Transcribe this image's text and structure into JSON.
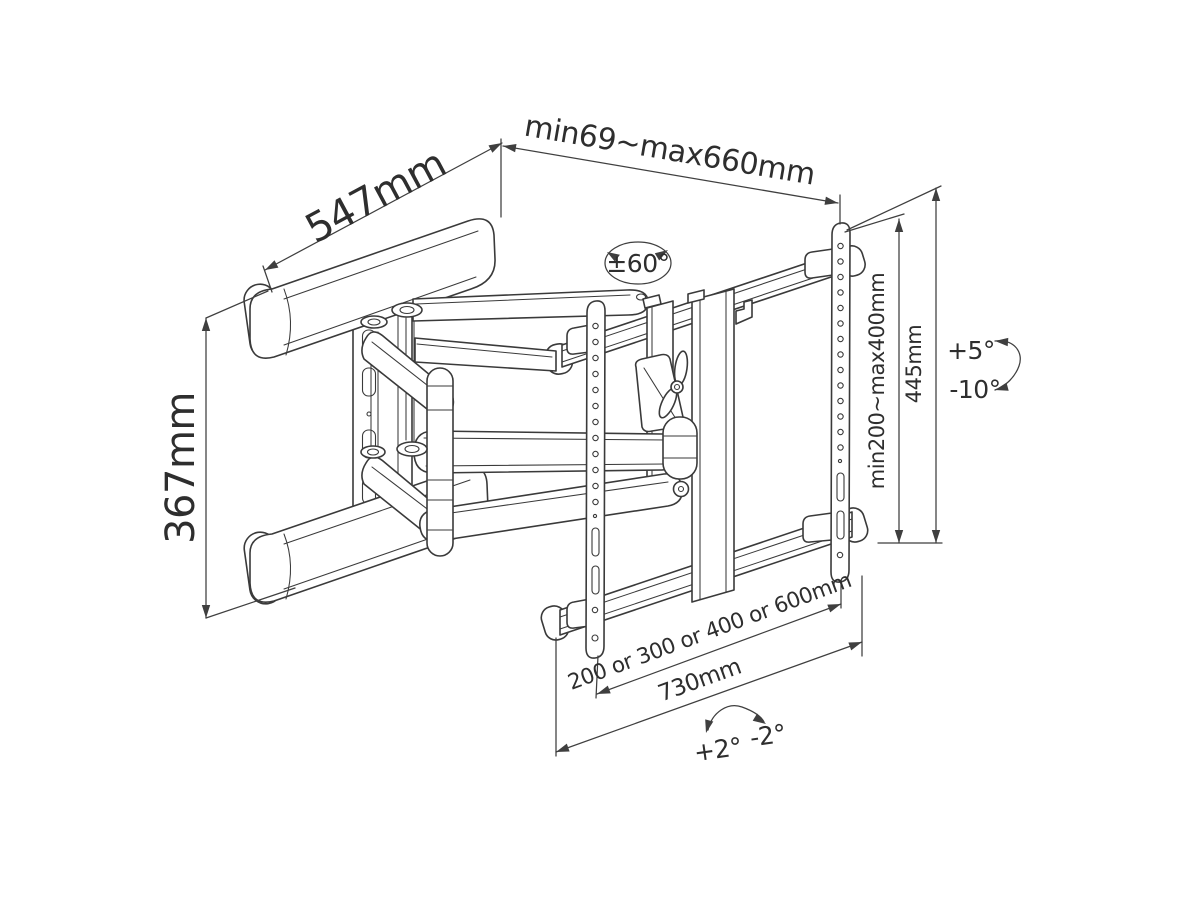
{
  "drawing": {
    "title": "TV wall mount dimensional diagram",
    "colors": {
      "background": "#ffffff",
      "line": "#3a3a3a",
      "text": "#2e2e2e"
    },
    "labels": {
      "extension_range": "min69~max660mm",
      "rail_width": "547mm",
      "swivel_angle": "±60°",
      "wall_bracket_height": "367mm",
      "vesa_vertical_range": "min200~max400mm",
      "bracket_height": "445mm",
      "tilt_up": "+5°",
      "tilt_down": "-10°",
      "vesa_width_options": "200 or 300 or 400 or 600mm",
      "bracket_width": "730mm",
      "level_plus": "+2°",
      "level_minus": "-2°"
    }
  }
}
